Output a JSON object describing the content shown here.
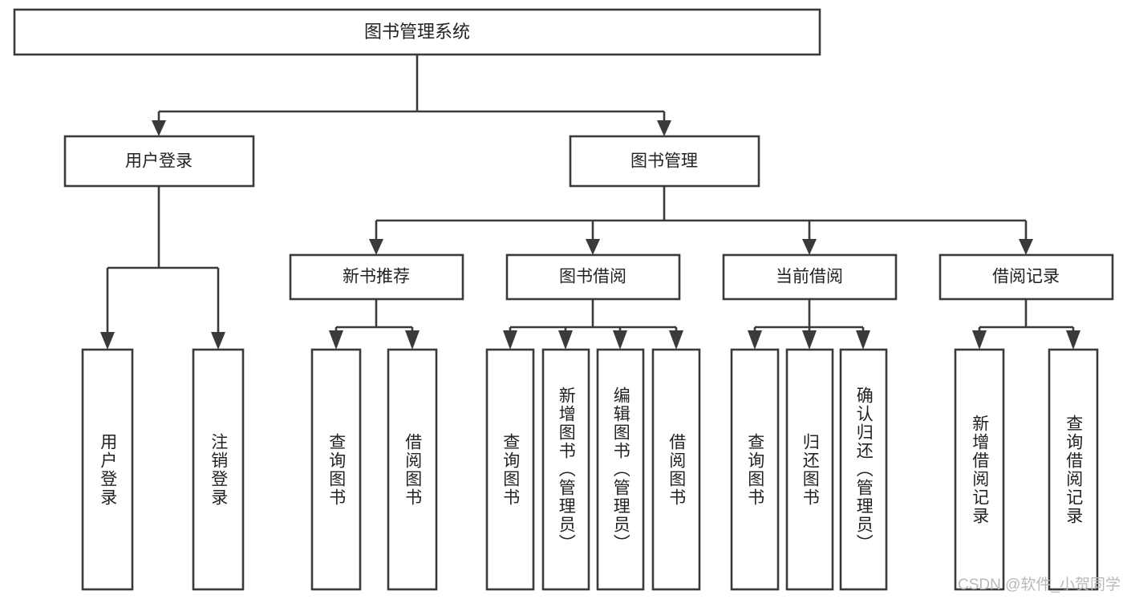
{
  "diagram": {
    "type": "tree",
    "title": "图书管理系统",
    "orientation": "top-down",
    "colors": {
      "box_stroke": "#3a3a3a",
      "box_fill": "#ffffff",
      "connector": "#3a3a3a",
      "text": "#222222",
      "watermark": "#b9b9b9",
      "background": "#ffffff"
    },
    "root": {
      "label": "图书管理系统"
    },
    "level2": [
      {
        "id": "user-login",
        "label": "用户登录"
      },
      {
        "id": "book-management",
        "label": "图书管理"
      }
    ],
    "level3": [
      {
        "id": "new-book-recommend",
        "label": "新书推荐",
        "parent": "book-management"
      },
      {
        "id": "book-borrow",
        "label": "图书借阅",
        "parent": "book-management"
      },
      {
        "id": "current-borrow",
        "label": "当前借阅",
        "parent": "book-management"
      },
      {
        "id": "borrow-record",
        "label": "借阅记录",
        "parent": "book-management"
      }
    ],
    "leaves": [
      {
        "id": "leaf-user-login",
        "label": "用户登录",
        "parent": "user-login"
      },
      {
        "id": "leaf-logout-login",
        "label": "注销登录",
        "parent": "user-login"
      },
      {
        "id": "leaf-query-book-1",
        "label": "查询图书",
        "parent": "new-book-recommend"
      },
      {
        "id": "leaf-borrow-book-1",
        "label": "借阅图书",
        "parent": "new-book-recommend"
      },
      {
        "id": "leaf-query-book-2",
        "label": "查询图书",
        "parent": "book-borrow"
      },
      {
        "id": "leaf-add-book",
        "label": "新增图书（管理员）",
        "parent": "book-borrow"
      },
      {
        "id": "leaf-edit-book",
        "label": "编辑图书（管理员）",
        "parent": "book-borrow"
      },
      {
        "id": "leaf-borrow-book-2",
        "label": "借阅图书",
        "parent": "book-borrow"
      },
      {
        "id": "leaf-query-book-3",
        "label": "查询图书",
        "parent": "current-borrow"
      },
      {
        "id": "leaf-return-book",
        "label": "归还图书",
        "parent": "current-borrow"
      },
      {
        "id": "leaf-confirm-return",
        "label": "确认归还（管理员）",
        "parent": "current-borrow"
      },
      {
        "id": "leaf-add-record",
        "label": "新增借阅记录",
        "parent": "borrow-record"
      },
      {
        "id": "leaf-query-record",
        "label": "查询借阅记录",
        "parent": "borrow-record"
      }
    ],
    "watermark": "CSDN @软件_小贺同学"
  }
}
